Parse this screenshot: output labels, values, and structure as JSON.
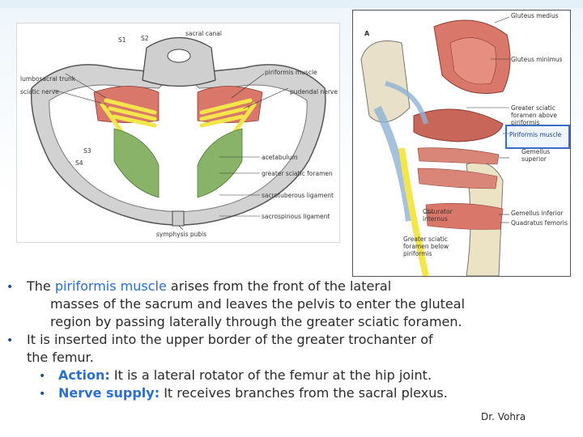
{
  "figure_left": {
    "labels": {
      "sacral_canal": "sacral canal",
      "s1": "S1",
      "s2": "S2",
      "lumbosacral_trunk": "lumbosacral trunk",
      "sciatic_nerve": "sciatic nerve",
      "piriformis_muscle": "piriformis muscle",
      "pudendal_nerve": "pudendal nerve",
      "s3": "S3",
      "s4": "S4",
      "acetabulum": "acetabulum",
      "greater_sciatic_foramen": "greater sciatic foramen",
      "sacrotuberous_ligament": "sacrotuberous ligament",
      "sacrospinous_ligament": "sacrospinous ligament",
      "symphysis_pubis": "symphysis pubis"
    }
  },
  "figure_right": {
    "panel_letter": "A",
    "labels": {
      "gluteus_medius": "Gluteus medius",
      "gluteus_minimus": "Gluteus minimus",
      "gsf_above_1": "Greater sciatic",
      "gsf_above_2": "foramen above",
      "gsf_above_3": "piriformis",
      "piriformis": "Piriformis muscle",
      "gemellus_sup_1": "Gemellus",
      "gemellus_sup_2": "superior",
      "obturator_1": "Obturator",
      "obturator_2": "internus",
      "gemellus_inferior": "Gemellus inferior",
      "quadratus_femoris": "Quadratus femoris",
      "gsf_below_1": "Greater sciatic",
      "gsf_below_2": "foramen below",
      "gsf_below_3": "piriformis"
    }
  },
  "text": {
    "b1_pre": "The ",
    "b1_term": "piriformis muscle",
    "b1_post": " arises from the front of the lateral",
    "b1_line2": "masses of the sacrum and leaves the pelvis to enter the gluteal",
    "b1_line3": "region by passing laterally through the greater sciatic foramen.",
    "b2_line1": "It is inserted into the upper border of the greater trochanter of",
    "b2_line2": "the femur.",
    "action_label": "Action:",
    "action_text": " It is a lateral rotator of the femur at the hip joint.",
    "nerve_label": "Nerve supply:",
    "nerve_text": " It receives branches from the sacral plexus."
  },
  "credit": "Dr. Vohra",
  "colors": {
    "accent_blue": "#2a6fd0",
    "muscle_red": "#d9776a",
    "nerve_yellow": "#f4e64a",
    "ligament_green": "#8ab36a",
    "bone_gray": "#c9c9c9"
  }
}
